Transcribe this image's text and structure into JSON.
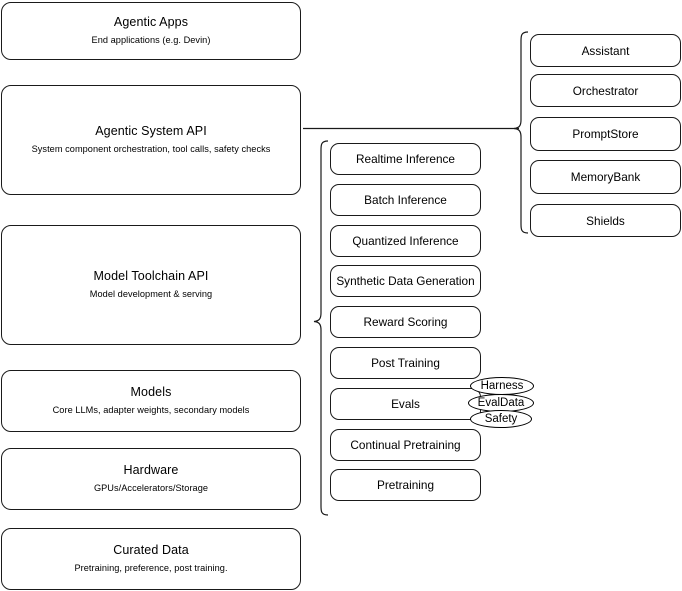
{
  "diagram": {
    "type": "layered-architecture",
    "background_color": "#ffffff",
    "stroke_color": "#1a1a1a",
    "stack": [
      {
        "title": "Agentic Apps",
        "subtitle": "End applications (e.g. Devin)"
      },
      {
        "title": "Agentic System API",
        "subtitle": "System component orchestration, tool calls, safety checks"
      },
      {
        "title": "Model Toolchain API",
        "subtitle": "Model development & serving"
      },
      {
        "title": "Models",
        "subtitle": "Core LLMs, adapter weights, secondary models"
      },
      {
        "title": "Hardware",
        "subtitle": "GPUs/Accelerators/Storage"
      },
      {
        "title": "Curated Data",
        "subtitle": "Pretraining, preference, post training."
      }
    ],
    "agentic_components": [
      {
        "label": "Assistant"
      },
      {
        "label": "Orchestrator"
      },
      {
        "label": "PromptStore"
      },
      {
        "label": "MemoryBank"
      },
      {
        "label": "Shields"
      }
    ],
    "toolchain_components": [
      {
        "label": "Realtime Inference"
      },
      {
        "label": "Batch Inference"
      },
      {
        "label": "Quantized Inference"
      },
      {
        "label": "Synthetic Data Generation"
      },
      {
        "label": "Reward Scoring"
      },
      {
        "label": "Post Training"
      },
      {
        "label": "Evals"
      },
      {
        "label": "Continual Pretraining"
      },
      {
        "label": "Pretraining"
      }
    ],
    "evals_subcomponents": [
      {
        "label": "Harness"
      },
      {
        "label": "EvalData"
      },
      {
        "label": "Safety"
      }
    ]
  }
}
